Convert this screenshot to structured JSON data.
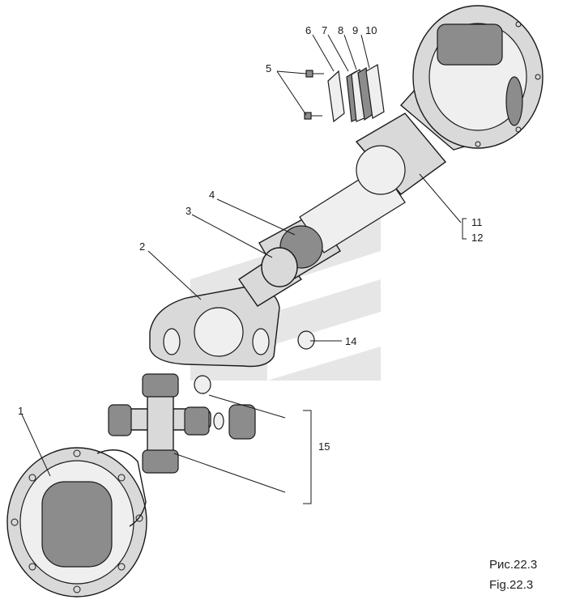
{
  "figure": {
    "caption_ru": "Рис.22.3",
    "caption_en": "Fig.22.3"
  },
  "callouts": {
    "c1": "1",
    "c2": "2",
    "c3": "3",
    "c4": "4",
    "c5": "5",
    "c6": "6",
    "c7": "7",
    "c8": "8",
    "c9": "9",
    "c10": "10",
    "c11": "11",
    "c12": "12",
    "c14": "14",
    "c15": "15"
  }
}
